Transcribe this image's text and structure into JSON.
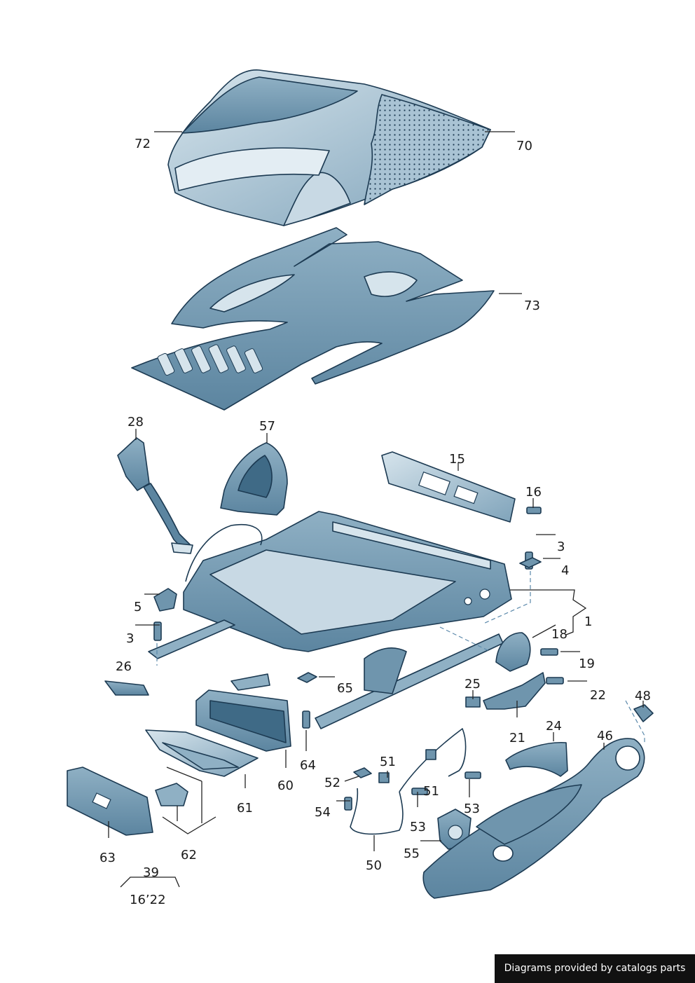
{
  "labels": {
    "p72": "72",
    "p70": "70",
    "p73": "73",
    "p28": "28",
    "p57": "57",
    "p15": "15",
    "p16": "16",
    "p3a": "3",
    "p4": "4",
    "p1": "1",
    "p5": "5",
    "p3b": "3",
    "p18": "18",
    "p19": "19",
    "p26": "26",
    "p25": "25",
    "p22": "22",
    "p65": "65",
    "p48": "48",
    "p24": "24",
    "p46": "46",
    "p21": "21",
    "p64": "64",
    "p60": "60",
    "p61": "61",
    "p51a": "51",
    "p52": "52",
    "p51b": "51",
    "p53a": "53",
    "p54": "54",
    "p53b": "53",
    "p55": "55",
    "p63": "63",
    "p62": "62",
    "p50": "50",
    "p39": "39",
    "date": "16’22"
  },
  "credit": "Diagrams provided by catalogs parts",
  "colors": {
    "part_fill": "#a9c3d4",
    "part_dark": "#6f95ad",
    "part_light": "#d6e4ec",
    "outline": "#1c3a52",
    "leader": "#222222"
  }
}
